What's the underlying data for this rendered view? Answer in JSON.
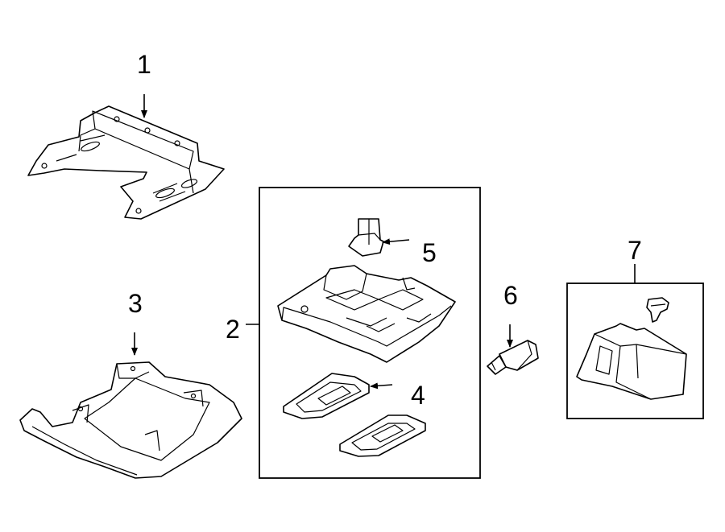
{
  "callouts": {
    "part1": "1",
    "part2": "2",
    "part3": "3",
    "part4": "4",
    "part5": "5",
    "part6": "6",
    "part7": "7"
  }
}
